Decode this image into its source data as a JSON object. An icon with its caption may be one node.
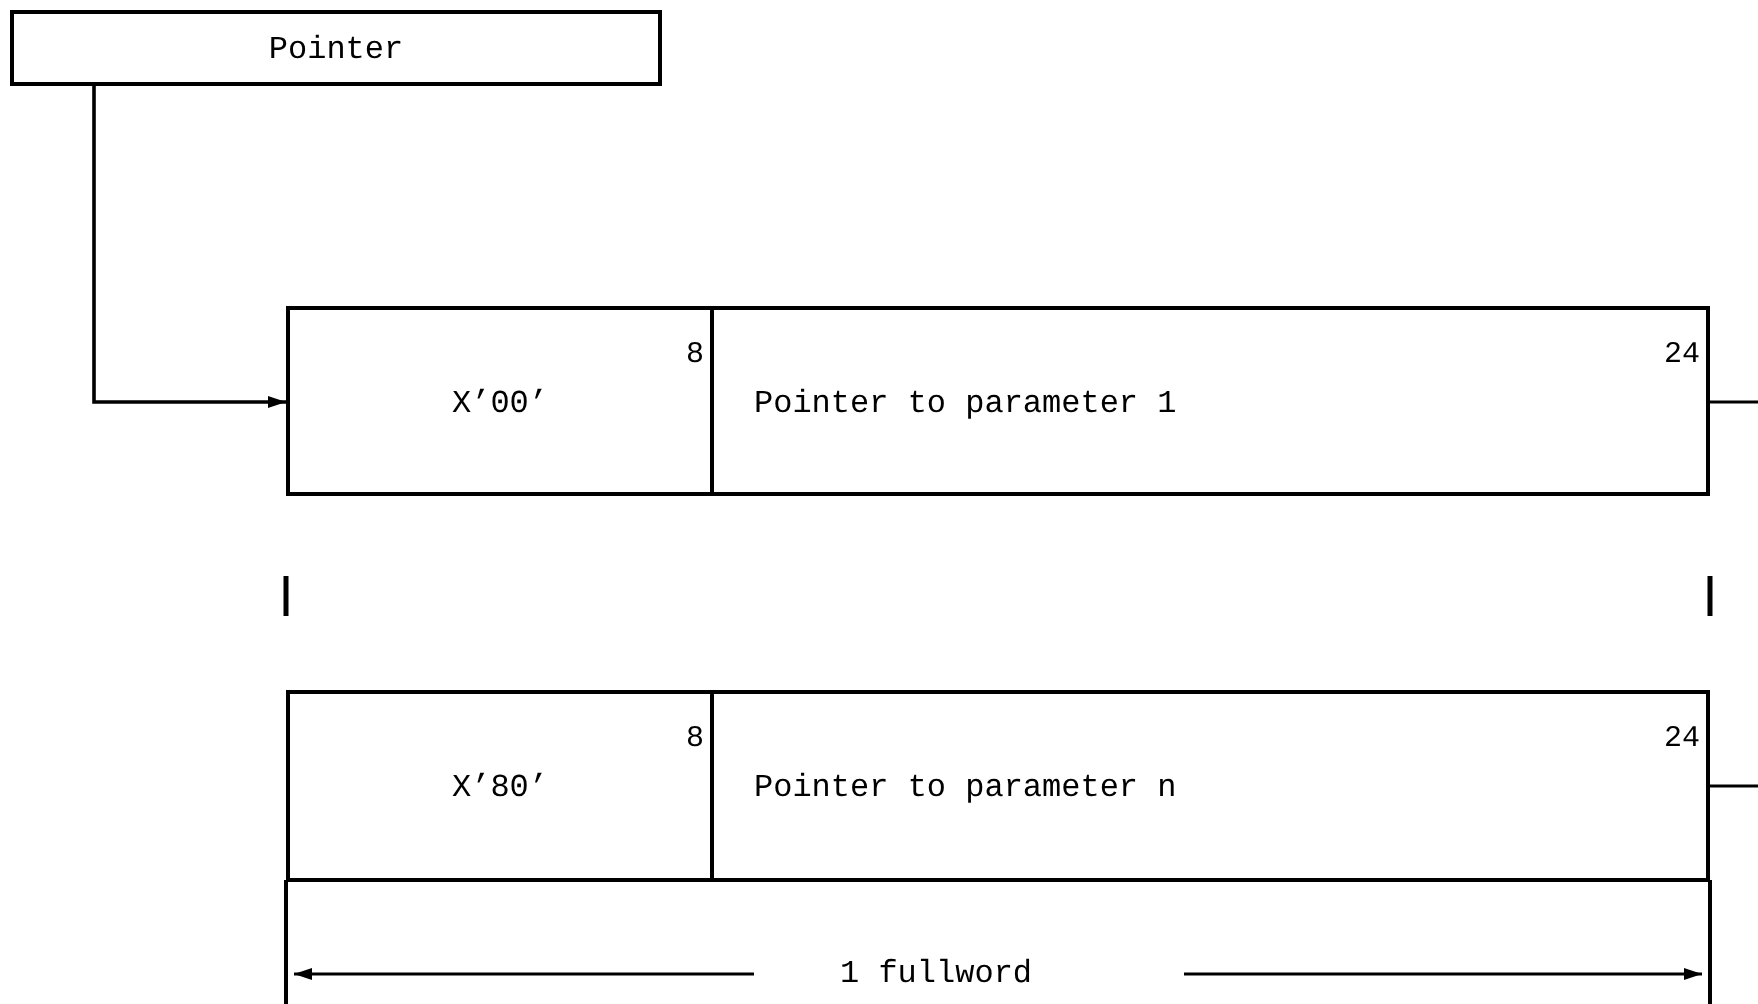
{
  "diagram": {
    "nodes": [
      {
        "text": [
          "Pointer"
        ]
      },
      {
        "text": [
          "X’00’",
          "8"
        ]
      },
      {
        "text": [
          "Pointer to parameter 1",
          "24"
        ]
      },
      {
        "text": [
          "X’80’",
          "8"
        ]
      },
      {
        "text": [
          "Pointer to parameter n",
          "24"
        ]
      }
    ],
    "edges": [
      {
        "from": 0,
        "to": 1,
        "arrow": "to"
      }
    ],
    "labels": [
      "1 fullword"
    ]
  }
}
